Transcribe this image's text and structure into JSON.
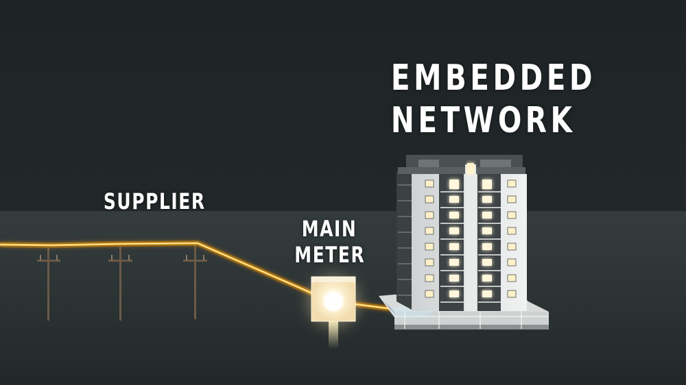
{
  "labels": {
    "embedded_network_line1": "EMBEDDED",
    "embedded_network_line2": "NETWORK",
    "supplier": "SUPPLIER",
    "main_meter_line1": "MAIN",
    "main_meter_line2": "METER"
  },
  "colors": {
    "background": "#1f2426",
    "ground": "#323939",
    "power_line": "#ffb21a",
    "power_line_glow": "#ff9a00",
    "meter_glow": "#fff4d6",
    "building_wall": "#e9eaea",
    "building_frame": "#3a3e40",
    "window_lit": "#fff0c8",
    "label_text": "#ffffff"
  },
  "icons": {
    "pole": "utility-pole-icon",
    "meter": "meter-box-icon",
    "building": "apartment-building-icon"
  }
}
